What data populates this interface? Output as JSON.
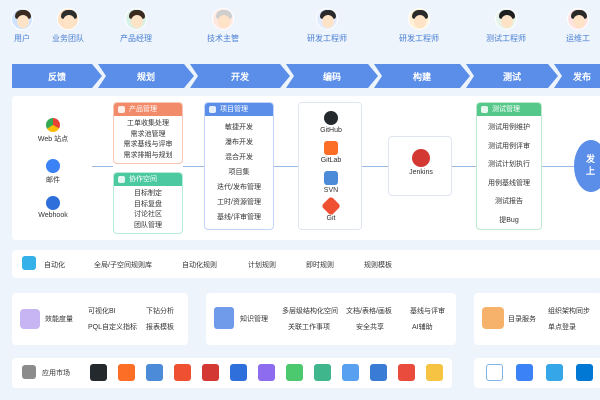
{
  "roles": [
    "用户",
    "业务团队",
    "产品经理",
    "技术主管",
    "研发工程师",
    "研发工程师",
    "测试工程师",
    "运维工"
  ],
  "stages": [
    "反馈",
    "规划",
    "开发",
    "编码",
    "构建",
    "测试",
    "发布"
  ],
  "feedback": {
    "channels": [
      "Web 站点",
      "邮件",
      "Webhook"
    ]
  },
  "product_mgmt": {
    "title": "产品管理",
    "items": [
      "工单收集处理",
      "需求池管理",
      "需求基线与评审",
      "需求排期与规划"
    ]
  },
  "collab": {
    "title": "协作空间",
    "items": [
      "目标制定",
      "目标复盘",
      "讨论社区",
      "团队管理"
    ]
  },
  "project_mgmt": {
    "title": "项目管理",
    "items": [
      "敏捷开发",
      "瀑布开发",
      "混合开发",
      "项目集",
      "迭代/发布管理",
      "工时/资源管理",
      "基线/评审管理"
    ]
  },
  "code_tools": [
    "GitHub",
    "GitLab",
    "SVN",
    "Git"
  ],
  "build_tool": "Jenkins",
  "test_mgmt": {
    "title": "测试管理",
    "items": [
      "测试用例维护",
      "测试用例评审",
      "测试计划执行",
      "用例基线管理",
      "测试报告",
      "提Bug"
    ]
  },
  "release_partial": "发\n上",
  "automation": {
    "label": "自动化",
    "items": [
      "全局/子空间规则库",
      "自动化规则",
      "计划规则",
      "即时规则",
      "规则模板"
    ]
  },
  "efficiency": {
    "label": "效能度量",
    "items": [
      "可视化BI",
      "下钻分析",
      "PQL自定义指标",
      "报表模板"
    ]
  },
  "knowledge": {
    "label": "知识管理",
    "items": [
      "多层级结构化空间",
      "文档/表格/画板",
      "基线与评审",
      "关联工作事项",
      "安全共享",
      "AI辅助"
    ]
  },
  "directory": {
    "label": "目录服务",
    "items": [
      "组织架构同步",
      "单点登录"
    ]
  },
  "app_market": {
    "label": "应用市场"
  },
  "colors": {
    "stage": "#5b8ee8",
    "role_text": "#4a7fd4",
    "product_header": "#f28b6a",
    "collab_header": "#4cc9a0",
    "project_header": "#5b8ee8",
    "test_header": "#56c98a"
  }
}
